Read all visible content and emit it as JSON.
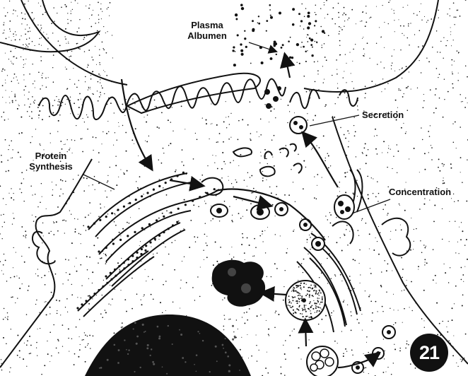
{
  "labels": {
    "plasma_line1": "Plasma",
    "plasma_line2": "Albumen",
    "secretion": "Secretion",
    "protein_line1": "Protein",
    "protein_line2": "Synthesis",
    "concentration": "Concentration"
  },
  "figure_number": "21",
  "colors": {
    "ink": "#111111",
    "background": "#ffffff"
  }
}
